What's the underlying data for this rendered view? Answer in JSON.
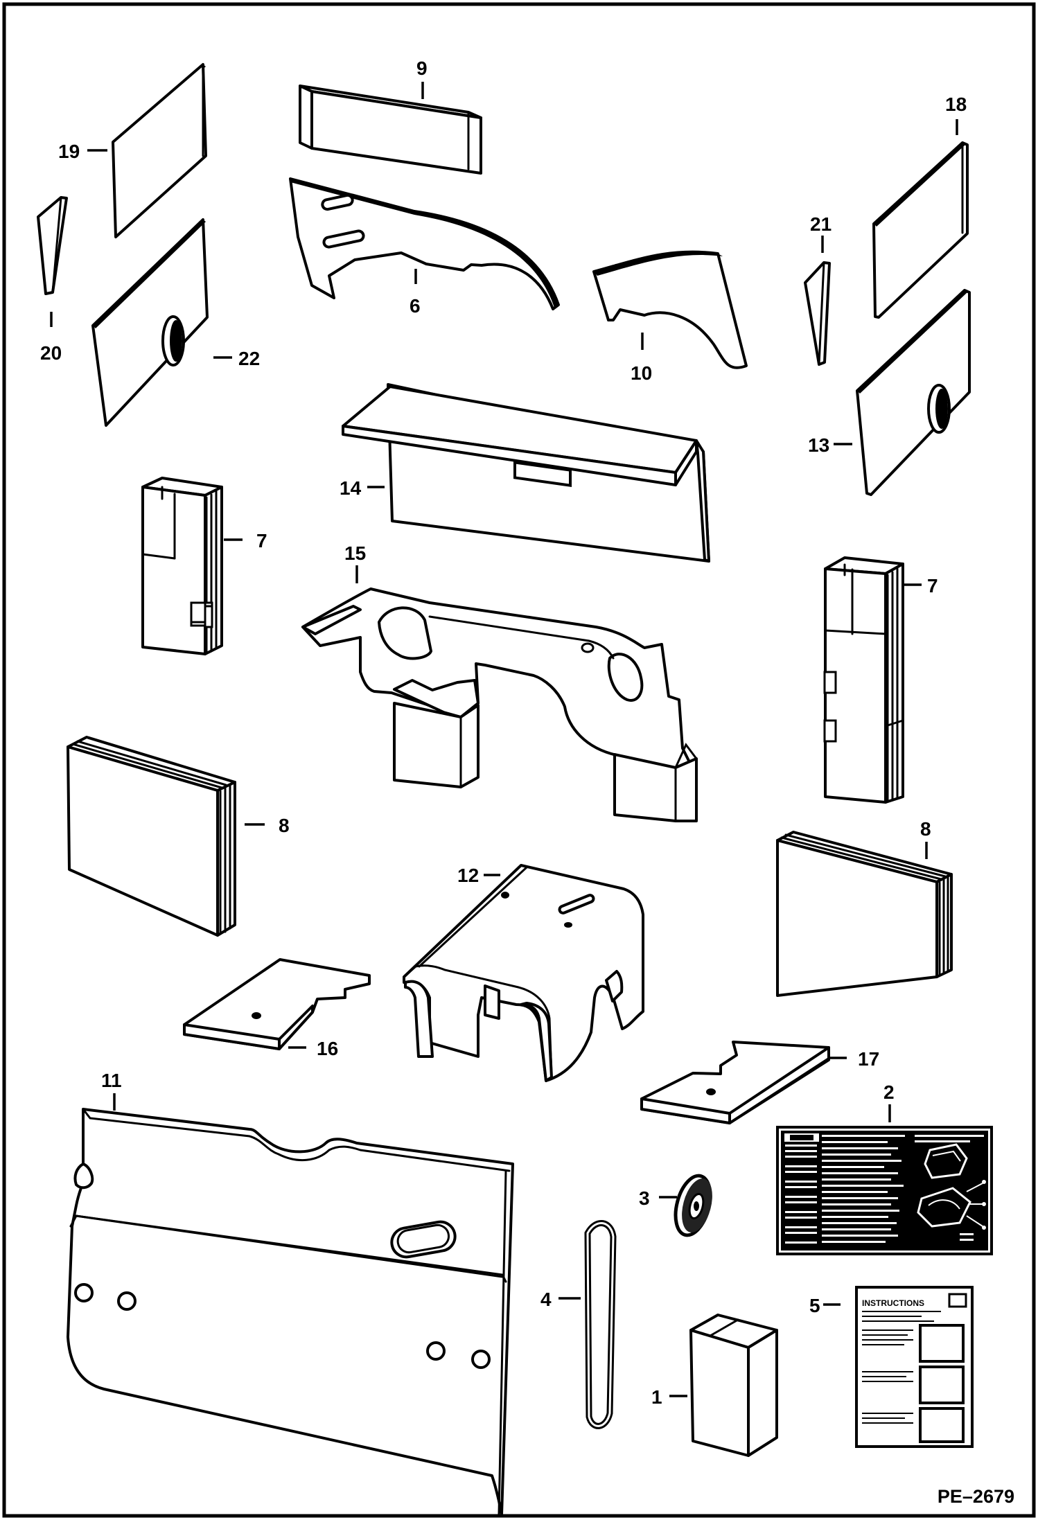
{
  "callouts": {
    "c1": "1",
    "c2": "2",
    "c3": "3",
    "c4": "4",
    "c5": "5",
    "c6": "6",
    "c7a": "7",
    "c7b": "7",
    "c8a": "8",
    "c8b": "8",
    "c9": "9",
    "c10": "10",
    "c11": "11",
    "c12": "12",
    "c13": "13",
    "c14": "14",
    "c15": "15",
    "c16": "16",
    "c17": "17",
    "c18": "18",
    "c19": "19",
    "c20": "20",
    "c21": "21",
    "c22": "22"
  },
  "instructions_card": {
    "heading": "INSTRUCTIONS"
  },
  "figure_code": "PE–2679"
}
